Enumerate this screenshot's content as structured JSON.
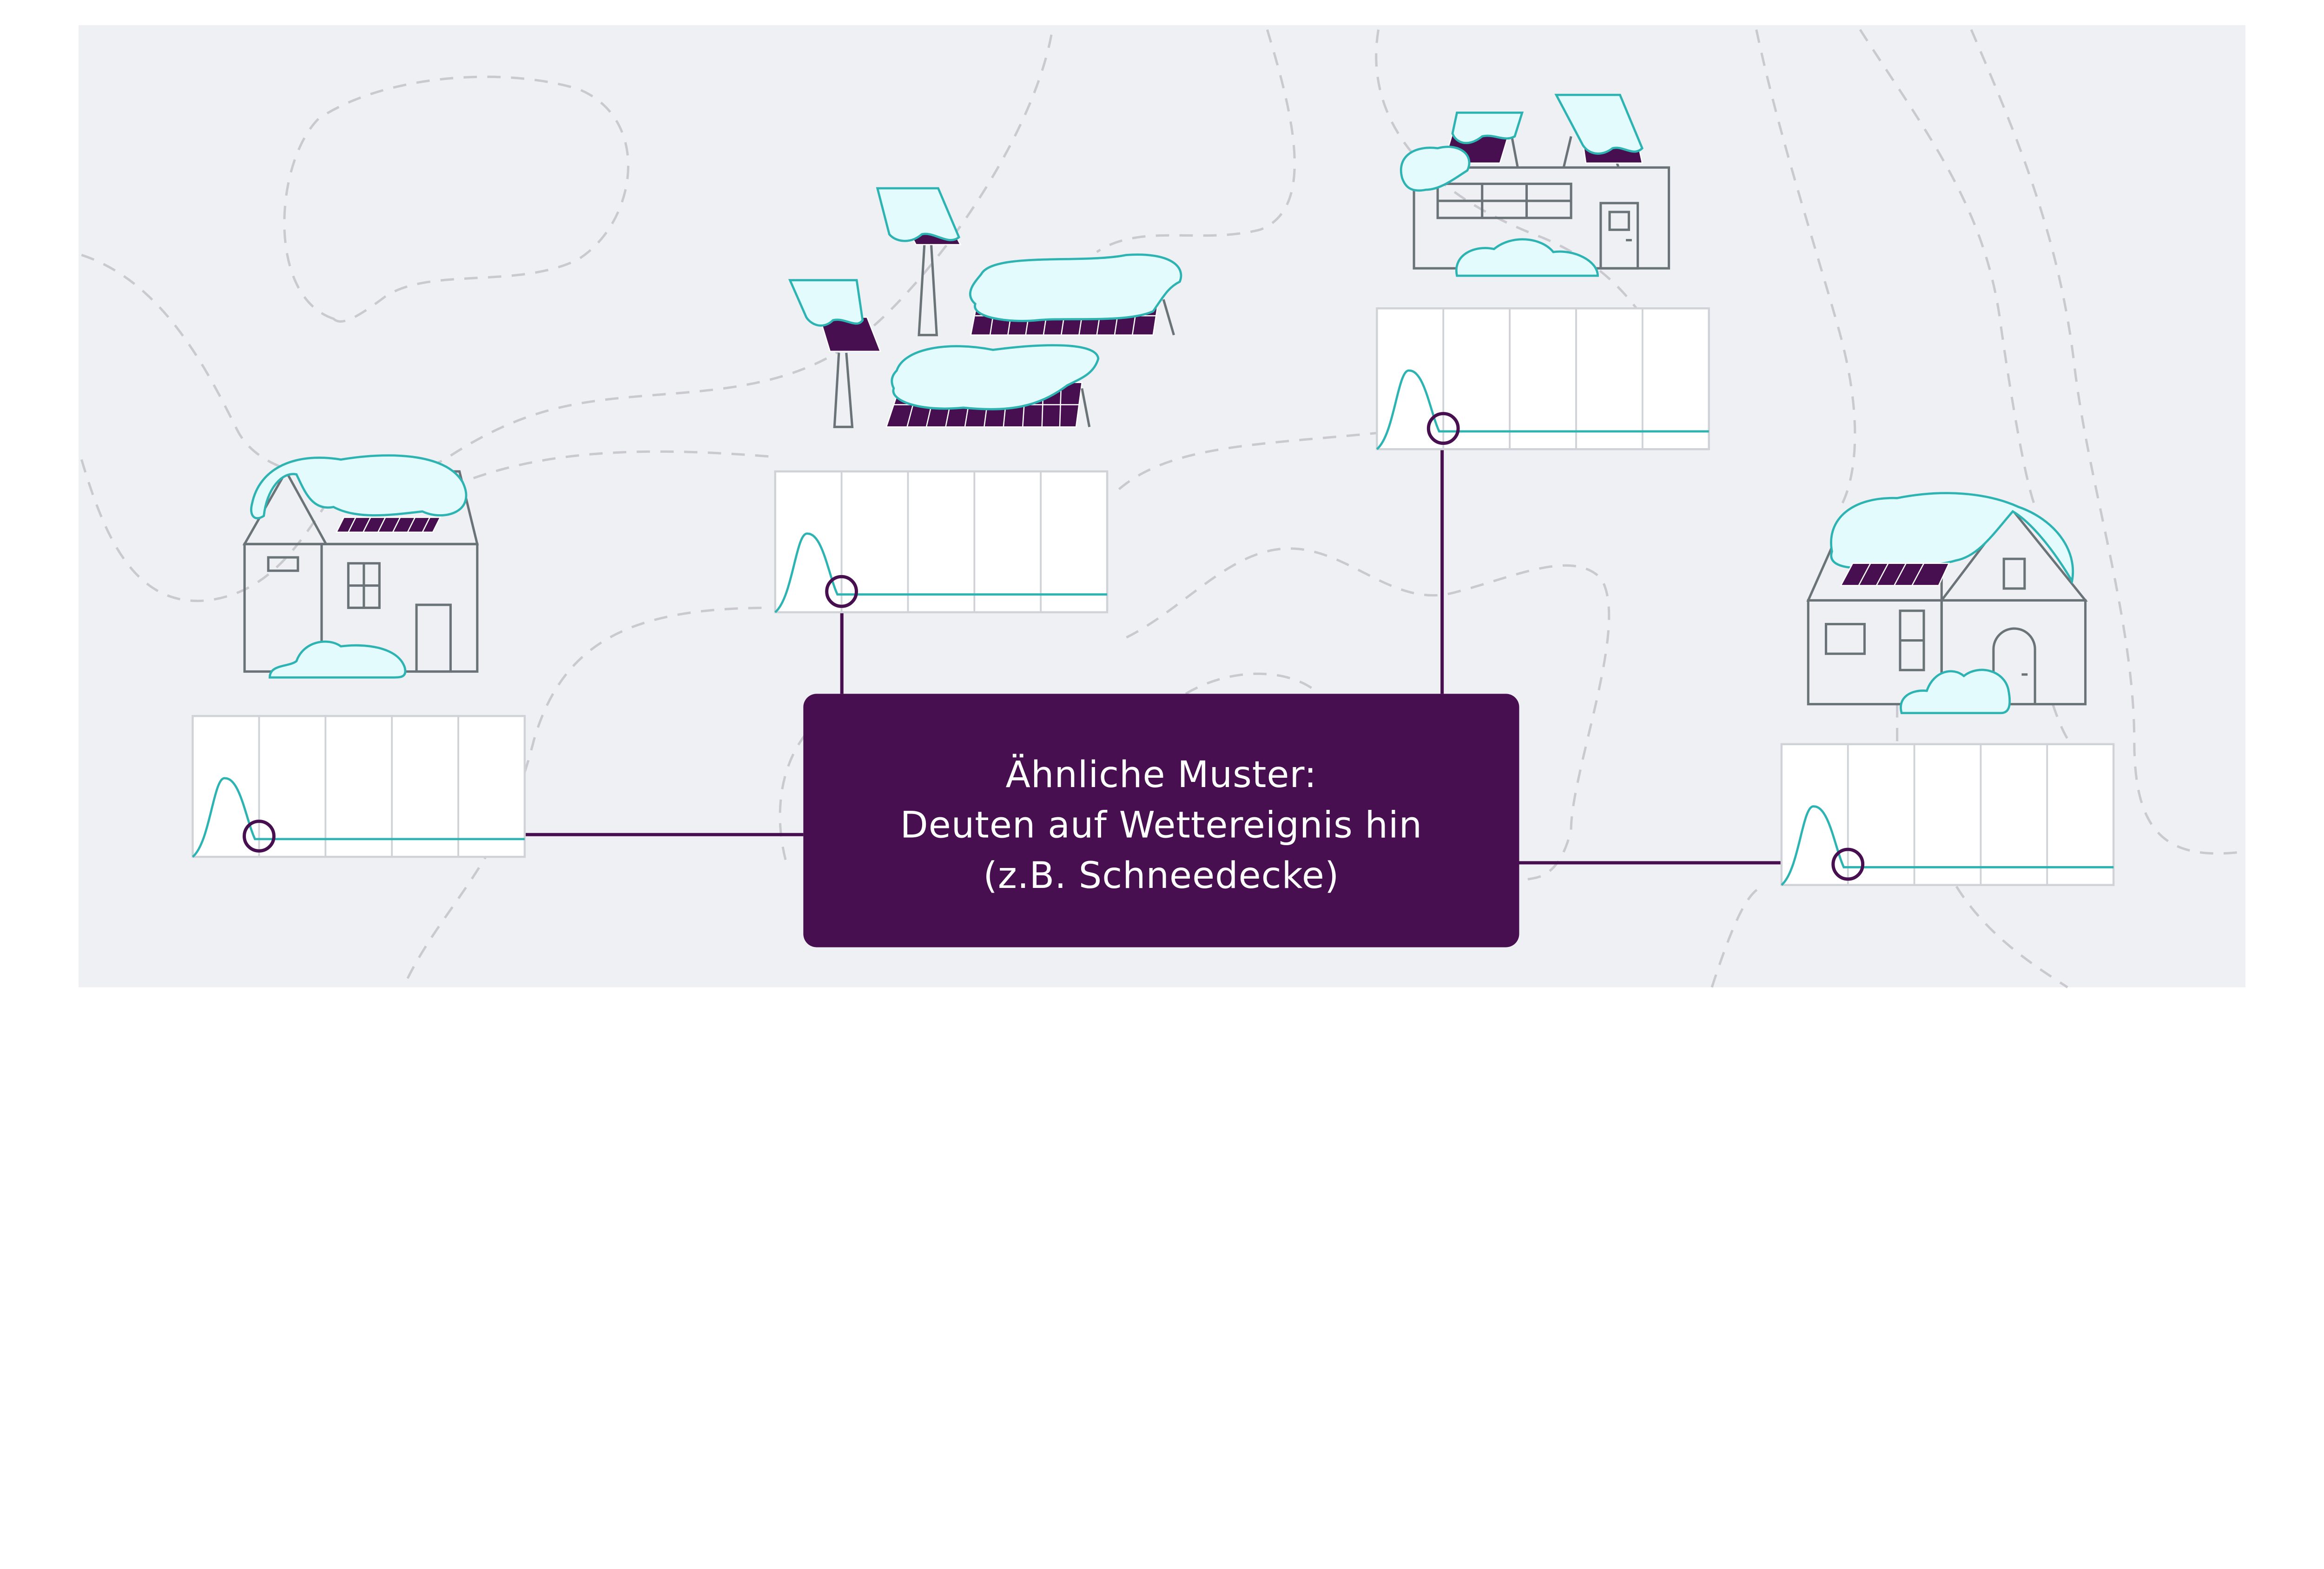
{
  "callout": {
    "line1": "Ähnliche Muster:",
    "line2": "Deuten auf  Wettereignis hin",
    "line3": "(z.B. Schneedecke)"
  },
  "colors": {
    "background_panel": "#eff0f4",
    "callout": "#470f4f",
    "accent_teal": "#2db3b2",
    "snow_fill": "#e3fbfc",
    "outline": "#6a7377"
  },
  "charts": [
    {
      "name": "house-left-chart",
      "columns": 5,
      "marker_position": 0.2
    },
    {
      "name": "solar-park-chart",
      "columns": 5,
      "marker_position": 0.2
    },
    {
      "name": "building-chart",
      "columns": 5,
      "marker_position": 0.2
    },
    {
      "name": "house-right-chart",
      "columns": 5,
      "marker_position": 0.2
    }
  ]
}
